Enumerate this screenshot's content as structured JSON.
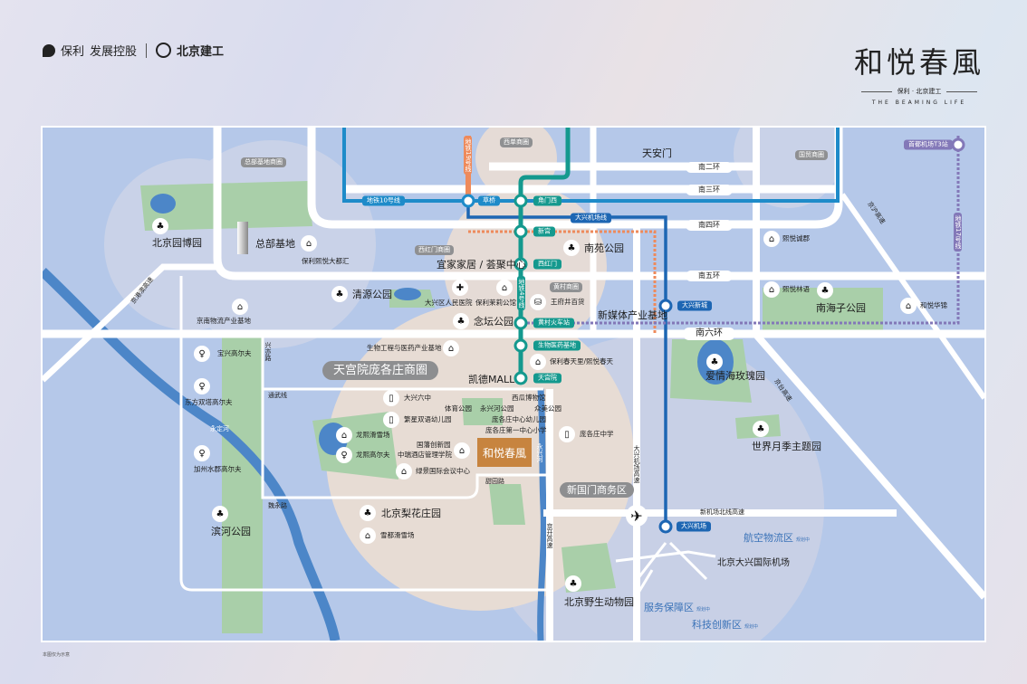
{
  "header": {
    "logo_poly": "保利",
    "logo_poly_suffix": "发展控股",
    "logo_bcg": "北京建工"
  },
  "project": {
    "title": "和悦春風",
    "subtitle": "保利 · 北京建工",
    "tagline": "THE BEAMING LIFE",
    "badge": "和悦春風"
  },
  "colors": {
    "map_base": "#b5c8e9",
    "line4": "#14998e",
    "line10": "#1e8bc9",
    "airport_line": "#1d66b3",
    "line19": "#ee8a5b",
    "line17": "#8378b8",
    "project": "#c7843f"
  },
  "rings": [
    "南二环",
    "南三环",
    "南四环",
    "南五环",
    "南六环"
  ],
  "roads": [
    "京港澳高速",
    "兴亦路",
    "通武线",
    "魏永路",
    "甜园路",
    "京开高速",
    "大兴机场高速",
    "新机场北线高速",
    "京台高速",
    "京沪高速"
  ],
  "rivers": [
    "永定河",
    "永兴河"
  ],
  "metro_lines": [
    "地铁19号线",
    "地铁10号线",
    "大兴机场线",
    "地铁4号线",
    "地铁17号线"
  ],
  "stations": [
    "草桥",
    "角门西",
    "新宫",
    "西红门",
    "黄村火车站",
    "生物医药基地",
    "天宫院",
    "大兴新城",
    "大兴机场",
    "首都机场T3站"
  ],
  "districts": [
    "西单商圈",
    "国贸商圈",
    "总部基地商圈",
    "西红门商圈",
    "黄村商圈",
    "天宫院庞各庄商圈",
    "新国门商务区"
  ],
  "landmarks": [
    "天安门",
    "北京园博园",
    "总部基地",
    "南苑公园",
    "宜家家居 / 荟聚中心",
    "清源公园",
    "念坛公园",
    "新媒体产业基地",
    "南海子公园",
    "爱情海玫瑰园",
    "凯德MALL",
    "世界月季主题园",
    "北京梨花庄园",
    "滨河公园",
    "北京野生动物园",
    "北京大兴国际机场"
  ],
  "pois": [
    "保利熙悦大都汇",
    "大兴区人民医院",
    "保利茉莉公馆",
    "王府井百货",
    "熙悦诚郡",
    "熙悦林语",
    "和悦华锦",
    "京南物流产业基地",
    "宝兴高尔夫",
    "东方双塔高尔夫",
    "加州水郡高尔夫",
    "生物工程与医药产业基地",
    "保利春天里/熙悦春天",
    "大兴六中",
    "繁星双语幼儿园",
    "龙熙滑雪场",
    "龙熙高尔夫",
    "国藩创新园",
    "中瑞酒店管理学院",
    "绿景国际会议中心",
    "西瓜博物馆",
    "体育公园",
    "永兴河公园",
    "众美公园",
    "庞各庄中心幼儿园",
    "庞各庄第一中心小学",
    "庞各庄中学",
    "雪都滑雪场"
  ],
  "zones": [
    {
      "name": "航空物流区",
      "tag": "规划中"
    },
    {
      "name": "服务保障区",
      "tag": "规划中"
    },
    {
      "name": "科技创新区",
      "tag": "规划中"
    }
  ],
  "disclaimer": "本图仅为示意"
}
